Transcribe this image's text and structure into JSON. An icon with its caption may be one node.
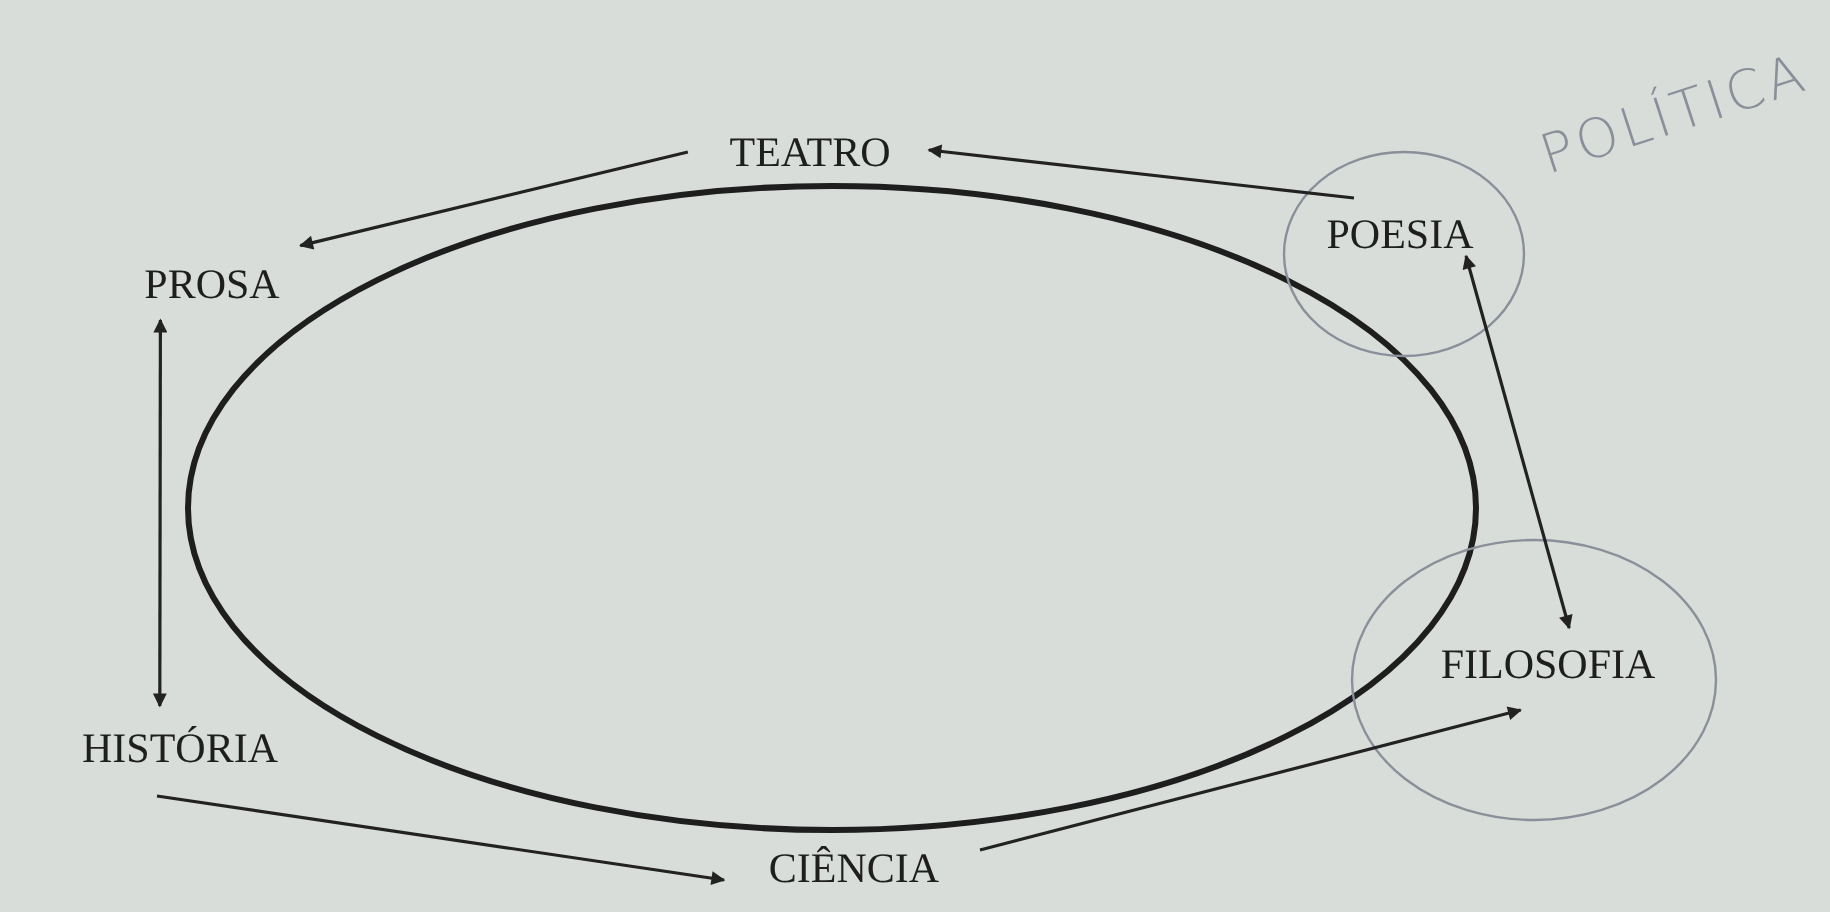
{
  "diagram": {
    "nodes": [
      {
        "text": [
          "TEATRO"
        ]
      },
      {
        "text": [
          "PROSA"
        ]
      },
      {
        "text": [
          "POESIA"
        ]
      },
      {
        "text": [
          "HISTÓRIA"
        ]
      },
      {
        "text": [
          "FILOSOFIA"
        ]
      },
      {
        "text": [
          "CIÊNCIA"
        ]
      }
    ],
    "edges": [
      {
        "from": 2,
        "to": 0,
        "arrow": "to"
      },
      {
        "from": 0,
        "to": 1,
        "arrow": "to"
      },
      {
        "from": 1,
        "to": 3,
        "arrow": "both"
      },
      {
        "from": 3,
        "to": 5,
        "arrow": "to"
      },
      {
        "from": 5,
        "to": 4,
        "arrow": "to"
      },
      {
        "from": 4,
        "to": 2,
        "arrow": "both"
      }
    ],
    "labels": [
      "POLÍTICA"
    ]
  }
}
